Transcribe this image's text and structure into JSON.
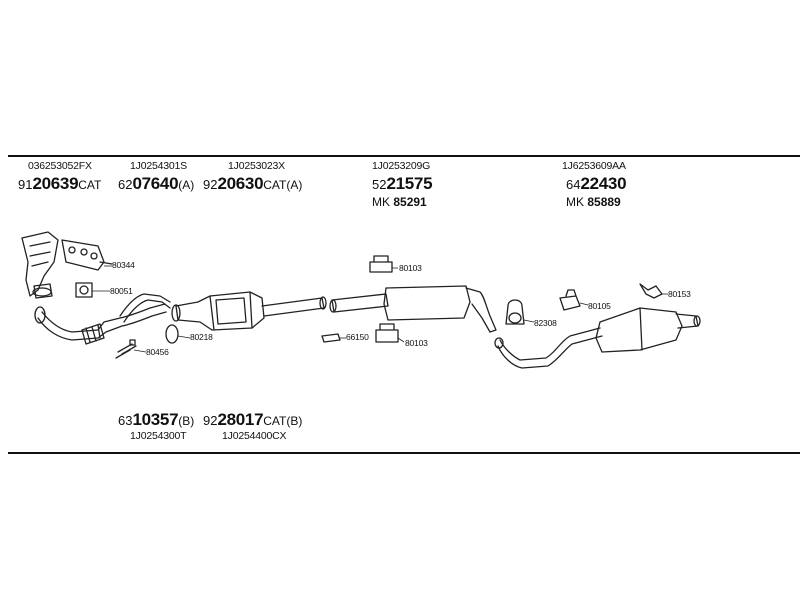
{
  "header": {
    "oem_numbers": [
      "036253052FX",
      "1J0254301S",
      "1J0253023X",
      "1J0253209G",
      "1J6253609AA"
    ],
    "parts": [
      {
        "prefix": "91",
        "number": "20639",
        "suffix": "CAT"
      },
      {
        "prefix": "62",
        "number": "07640",
        "suffix": "(A)"
      },
      {
        "prefix": "92",
        "number": "20630",
        "suffix": "CAT(A)"
      },
      {
        "prefix": "52",
        "number": "21575",
        "suffix": ""
      },
      {
        "prefix": "64",
        "number": "22430",
        "suffix": ""
      }
    ],
    "mk": [
      {
        "label": "MK",
        "value": "85291"
      },
      {
        "label": "MK",
        "value": "85889"
      }
    ]
  },
  "components": [
    {
      "label": "80344"
    },
    {
      "label": "80051"
    },
    {
      "label": "80218"
    },
    {
      "label": "80456"
    },
    {
      "label": "80103"
    },
    {
      "label": "66150"
    },
    {
      "label": "80103"
    },
    {
      "label": "82308"
    },
    {
      "label": "80105"
    },
    {
      "label": "80153"
    }
  ],
  "footer": {
    "parts": [
      {
        "prefix": "63",
        "number": "10357",
        "suffix": "(B)"
      },
      {
        "prefix": "92",
        "number": "28017",
        "suffix": "CAT(B)"
      }
    ],
    "oem_numbers": [
      "1J0254300T",
      "1J0254400CX"
    ]
  }
}
